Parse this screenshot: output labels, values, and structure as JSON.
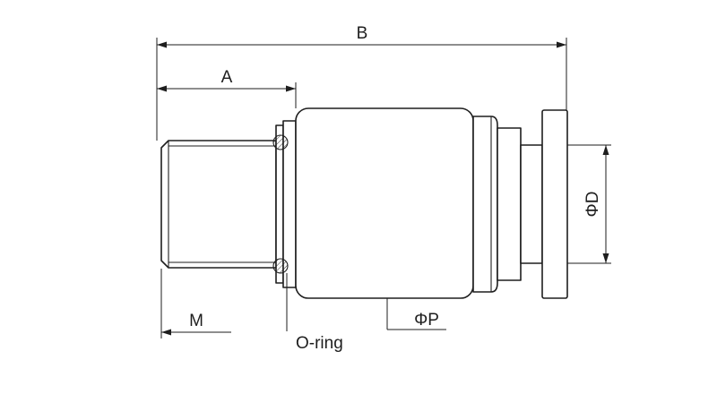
{
  "labels": {
    "overall_length": "B",
    "thread_length": "A",
    "outer_diameter": "ΦD",
    "thread_size": "M",
    "tube_diameter": "ΦP",
    "seal": "O-ring"
  }
}
